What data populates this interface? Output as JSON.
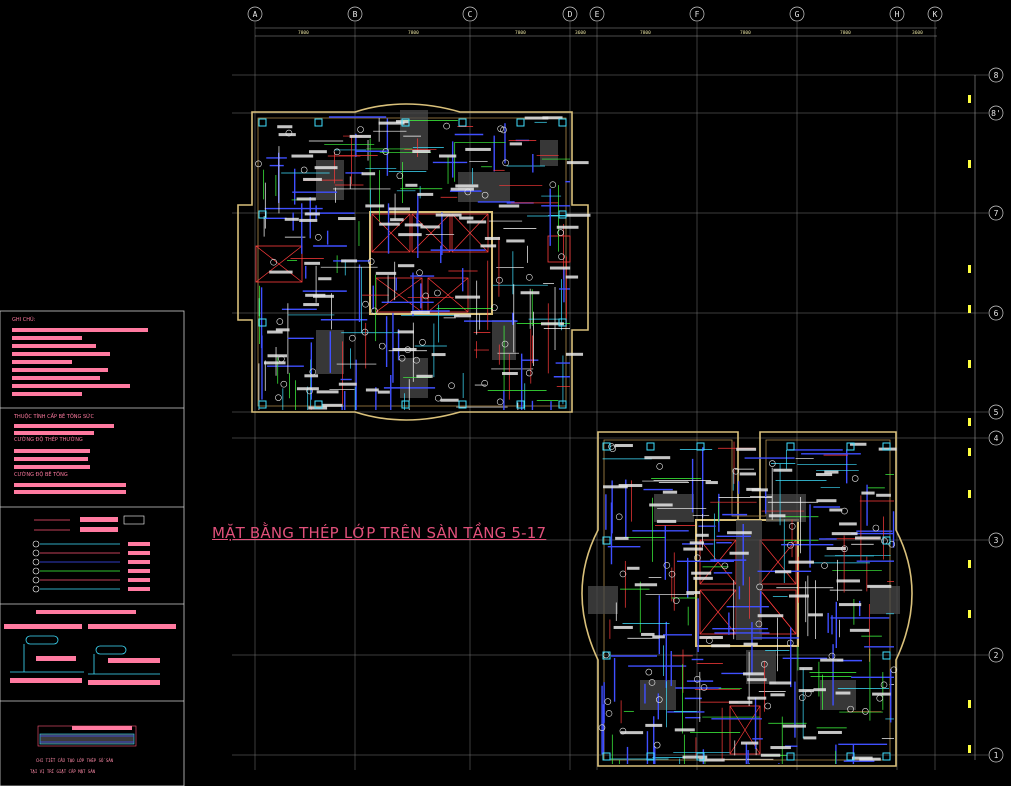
{
  "drawing": {
    "title": "MẶT BẰNG THÉP LỚP TRÊN SÀN TẦNG 5-17",
    "grid_columns": [
      "A",
      "B",
      "C",
      "D",
      "E",
      "F",
      "G",
      "H",
      "K"
    ],
    "grid_rows": [
      "8",
      "8'",
      "7",
      "6",
      "5",
      "4",
      "3",
      "2",
      "1"
    ]
  },
  "legend": {
    "notes_header": "GHI CHÚ:",
    "concrete_header": "THUỘC TÍNH CẤP BÊ TÔNG SỨC",
    "rebar_header_1": "CƯỜNG ĐỘ THÉP THƯỜNG",
    "rebar_header_2": "CƯỜNG ĐỘ BÊ TÔNG",
    "detail_caption_1": "CHI TIẾT CẤU TẠO LỚP THÉP SỐ SÀN",
    "detail_caption_2": "TẠI VỊ TRÍ GIẬT CẤP MẶT SÀN"
  },
  "colors": {
    "background": "#000000",
    "grid": "#8a8a8a",
    "title": "#e0507a",
    "wall": "#d9c07a",
    "rebar_blue": "#3f4fff",
    "rebar_cyan": "#3fe0ff",
    "rebar_green": "#40ff40",
    "legend_text": "#ff7aa0"
  }
}
